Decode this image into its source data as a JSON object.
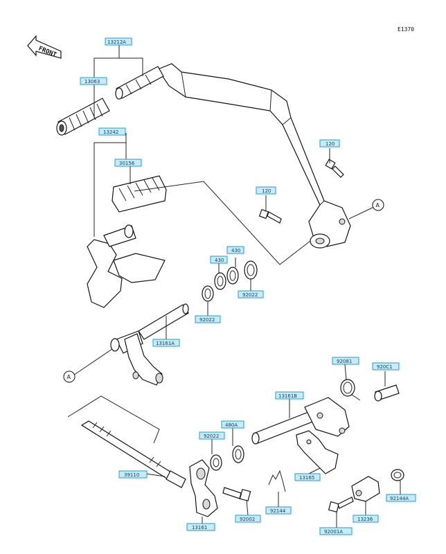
{
  "diagram_code": "E1370",
  "front_label": "FRONT",
  "colors": {
    "callout_fill": "#c8eafb",
    "callout_stroke": "#1a9fd6",
    "line": "#222222"
  },
  "icons": {
    "front_arrow": "front-arrow-icon"
  },
  "callouts": {
    "p13212A": "13212A",
    "p13063": "13063",
    "p13242": "13242",
    "p30156": "30156",
    "p120a": "120",
    "p120b": "120",
    "p430a": "430",
    "p430b": "430",
    "p92022a": "92022",
    "p92022b": "92022",
    "p13161A": "13161A",
    "p92081": "92081",
    "p920C1": "920C1",
    "p13161B": "13161B",
    "p480A": "480A",
    "p92022c": "92022",
    "p39110": "39110",
    "p13165": "13165",
    "p92144": "92144",
    "p92002": "92002",
    "p13161": "13161",
    "p13236": "13236",
    "p92144A": "92144A",
    "p92001A": "92001A"
  },
  "refs": {
    "a1": "A",
    "a2": "A"
  }
}
